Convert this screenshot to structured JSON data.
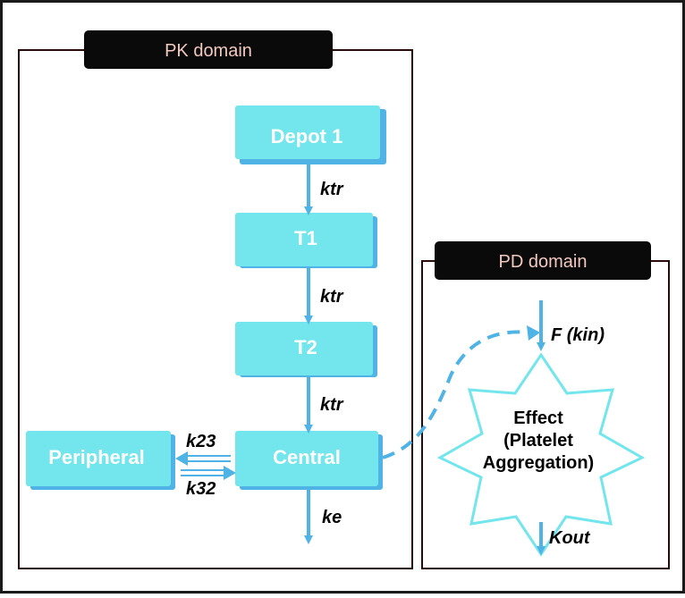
{
  "domains": {
    "pk": {
      "title": "PK domain"
    },
    "pd": {
      "title": "PD domain"
    }
  },
  "compartments": {
    "depot1": "Depot 1",
    "t1": "T1",
    "t2": "T2",
    "central": "Central",
    "peripheral": "Peripheral"
  },
  "rates": {
    "ktr_1": "ktr",
    "ktr_2": "ktr",
    "ktr_3": "ktr",
    "k23": "k23",
    "k32": "k32",
    "ke": "ke",
    "f_kin": "F (kin)",
    "kout": "Kout"
  },
  "effect": {
    "line1": "Effect",
    "line2": "(Platelet",
    "line3": "Aggregation)"
  },
  "colors": {
    "box_fill": "#72e6ec",
    "box_shadow": "#4fb3e6",
    "arrow": "#4fb3e6",
    "header_bg": "#0a0a0a",
    "header_text": "#f4c9bf",
    "frame": "#2a0a0a",
    "star_stroke": "#72e6ec"
  }
}
